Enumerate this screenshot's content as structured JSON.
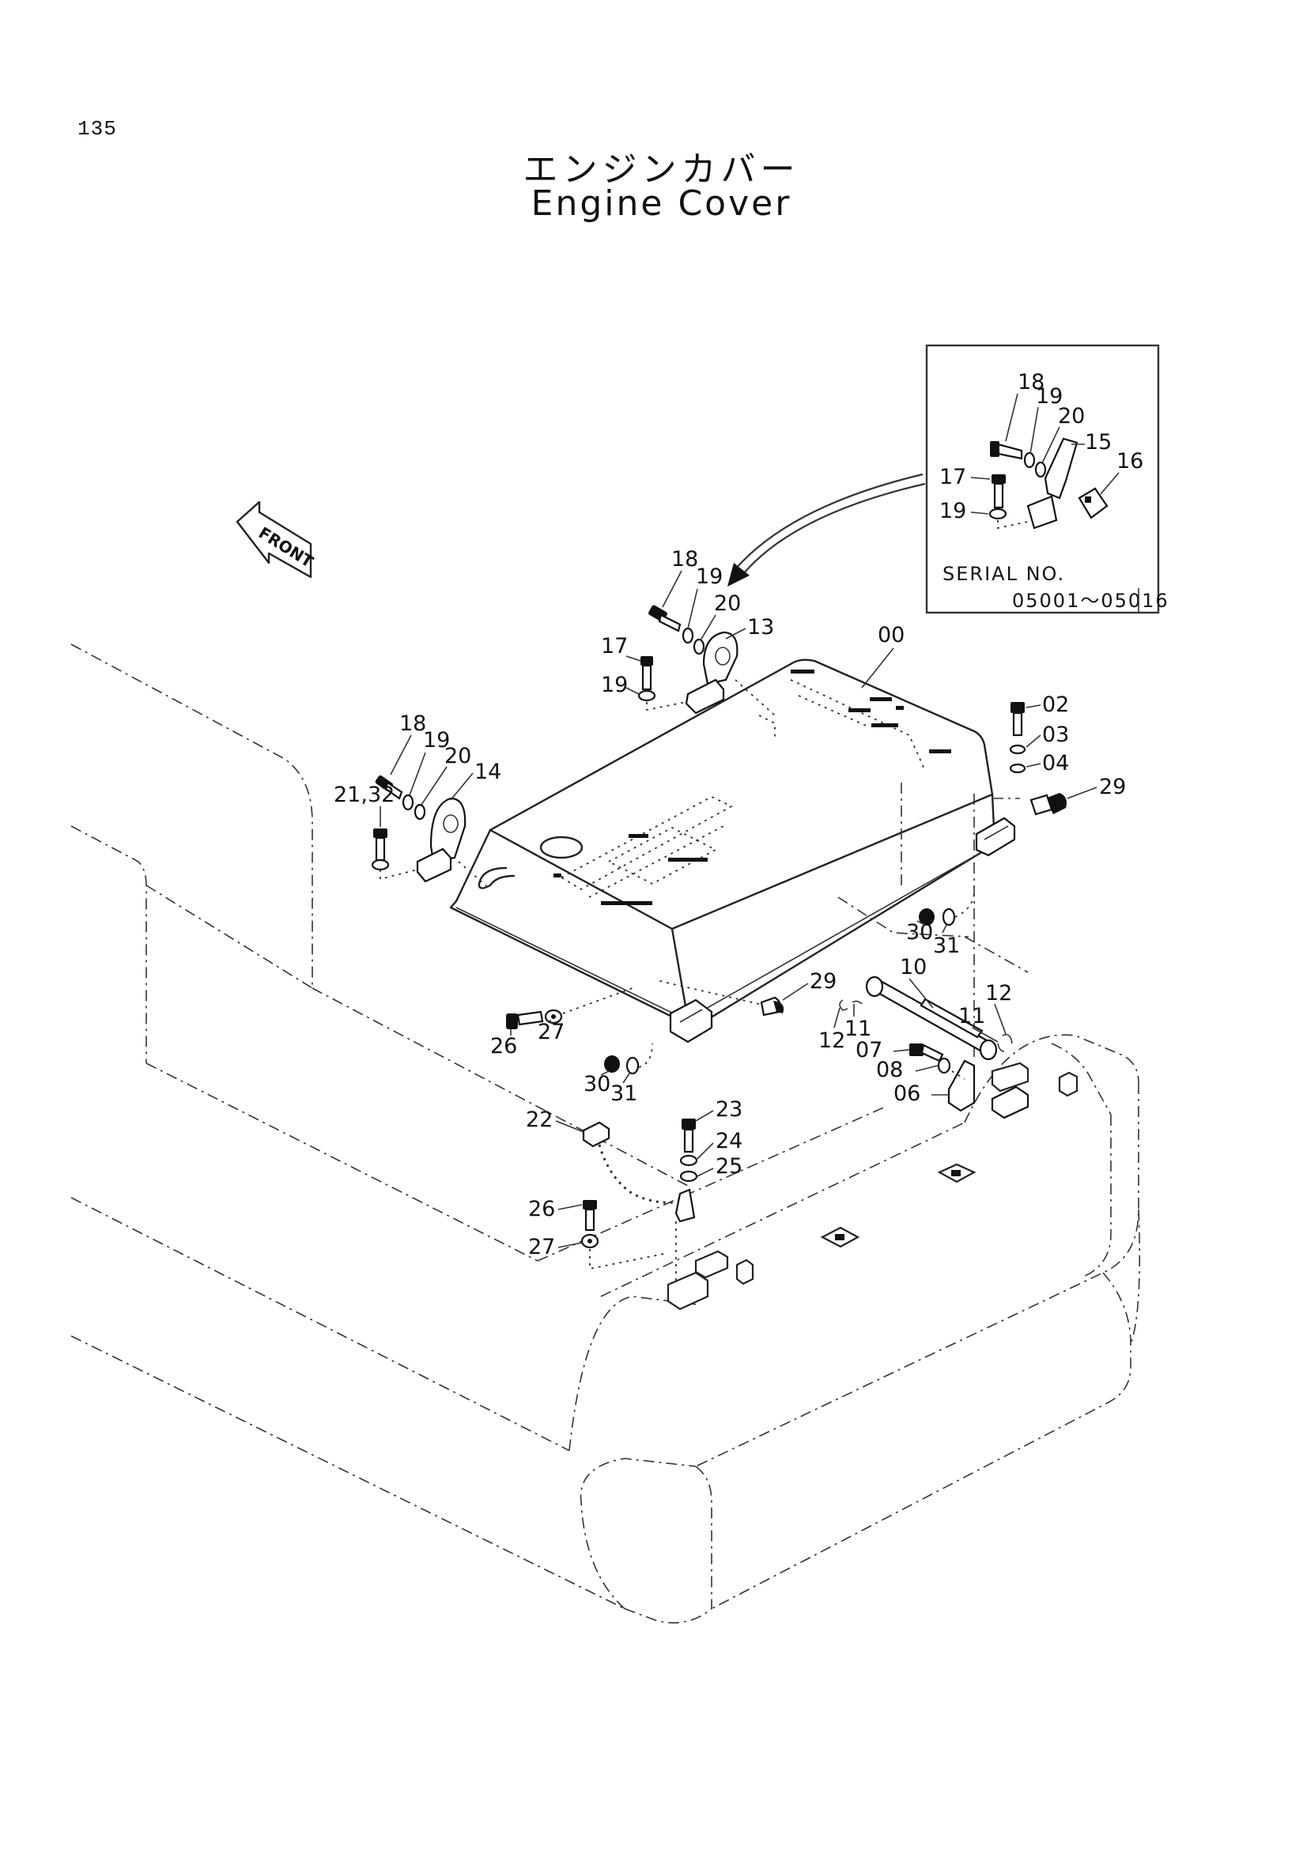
{
  "page_number": "135",
  "title_jp": "エンジンカバー",
  "title_en": "Engine Cover",
  "front_label": "FRONT",
  "inset": {
    "serial_label": "SERIAL  NO.",
    "serial_range": "05001～05016",
    "labels": [
      "18",
      "19",
      "20",
      "15",
      "16",
      "17",
      "19"
    ]
  },
  "callouts": [
    "00",
    "02",
    "03",
    "04",
    "29",
    "13",
    "20",
    "19",
    "18",
    "17",
    "19",
    "14",
    "20",
    "19",
    "18",
    "21,32",
    "30",
    "31",
    "10",
    "12",
    "11",
    "29",
    "26",
    "27",
    "12",
    "11",
    "07",
    "08",
    "06",
    "30",
    "31",
    "22",
    "23",
    "24",
    "25",
    "26",
    "27"
  ]
}
